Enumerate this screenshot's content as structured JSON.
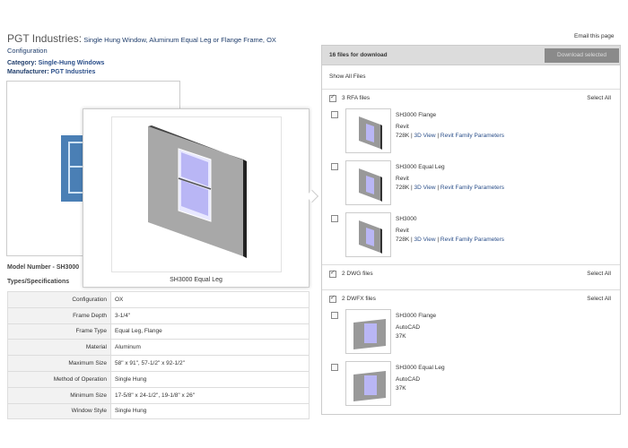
{
  "header": {
    "brand": "PGT Industries:",
    "title": " Single Hung Window, Aluminum Equal Leg or Flange Frame, OX Configuration",
    "category_label": "Category: ",
    "category": "Single-Hung Windows",
    "manufacturer_label": "Manufacturer: ",
    "manufacturer": "PGT Industries",
    "email": "Email this page"
  },
  "model_label": "Model Number - SH3000",
  "types_label": "Types/Specifications",
  "specs": [
    {
      "k": "Configuration",
      "v": "OX"
    },
    {
      "k": "Frame Depth",
      "v": "3-1/4\""
    },
    {
      "k": "Frame Type",
      "v": "Equal Leg, Flange"
    },
    {
      "k": "Material",
      "v": "Aluminum"
    },
    {
      "k": "Maximum Size",
      "v": "58\" x 91\", 57-1/2\" x 92-1/2\""
    },
    {
      "k": "Method of Operation",
      "v": "Single Hung"
    },
    {
      "k": "Minimum Size",
      "v": "17-5/8\" x 24-1/2\", 19-1/8\" x 26\""
    },
    {
      "k": "Window Style",
      "v": "Single Hung"
    }
  ],
  "popup": {
    "caption": "SH3000 Equal Leg"
  },
  "panel": {
    "count": "16 files for download",
    "download": "Download selected",
    "show_all": "Show All Files",
    "groups": [
      {
        "label": "3 RFA files",
        "select": "Select All",
        "items": [
          {
            "name": "SH3000 Flange",
            "type": "Revit",
            "size": "728K",
            "sep": " | ",
            "view": "3D View",
            "params": "Revit Family Parameters"
          },
          {
            "name": "SH3000 Equal Leg",
            "type": "Revit",
            "size": "728K",
            "sep": " | ",
            "view": "3D View",
            "params": "Revit Family Parameters"
          },
          {
            "name": "SH3000",
            "type": "Revit",
            "size": "728K",
            "sep": " | ",
            "view": "3D View",
            "params": "Revit Family Parameters"
          }
        ]
      },
      {
        "label": "2 DWG files",
        "select": "Select All"
      },
      {
        "label": "2 DWFX files",
        "select": "Select All",
        "items": [
          {
            "name": "SH3000 Flange",
            "type": "AutoCAD",
            "size": "37K"
          },
          {
            "name": "SH3000 Equal Leg",
            "type": "AutoCAD",
            "size": "37K"
          }
        ]
      }
    ]
  },
  "colors": {
    "link": "#2b4f8a",
    "window_glass": "#b9b6f5",
    "wall": "#a8a8a8"
  }
}
